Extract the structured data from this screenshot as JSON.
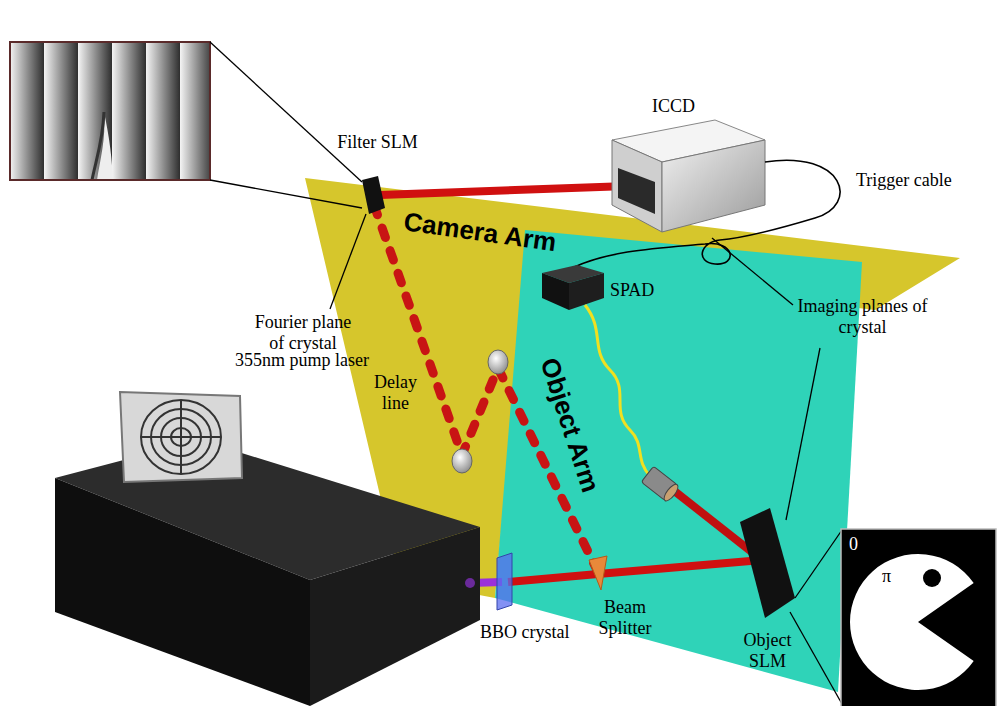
{
  "diagram": {
    "nodes": [
      {
        "text": [
          "Camera Arm"
        ]
      },
      {
        "text": [
          "Object Arm"
        ]
      }
    ],
    "labels": [
      "Filter SLM",
      "ICCD",
      "Trigger cable",
      "SPAD",
      "Fourier plane of crystal",
      "Delay line",
      "Imaging planes of crystal",
      "355nm pump laser",
      "BBO crystal",
      "Beam Splitter",
      "Object SLM",
      "0",
      "π"
    ]
  }
}
